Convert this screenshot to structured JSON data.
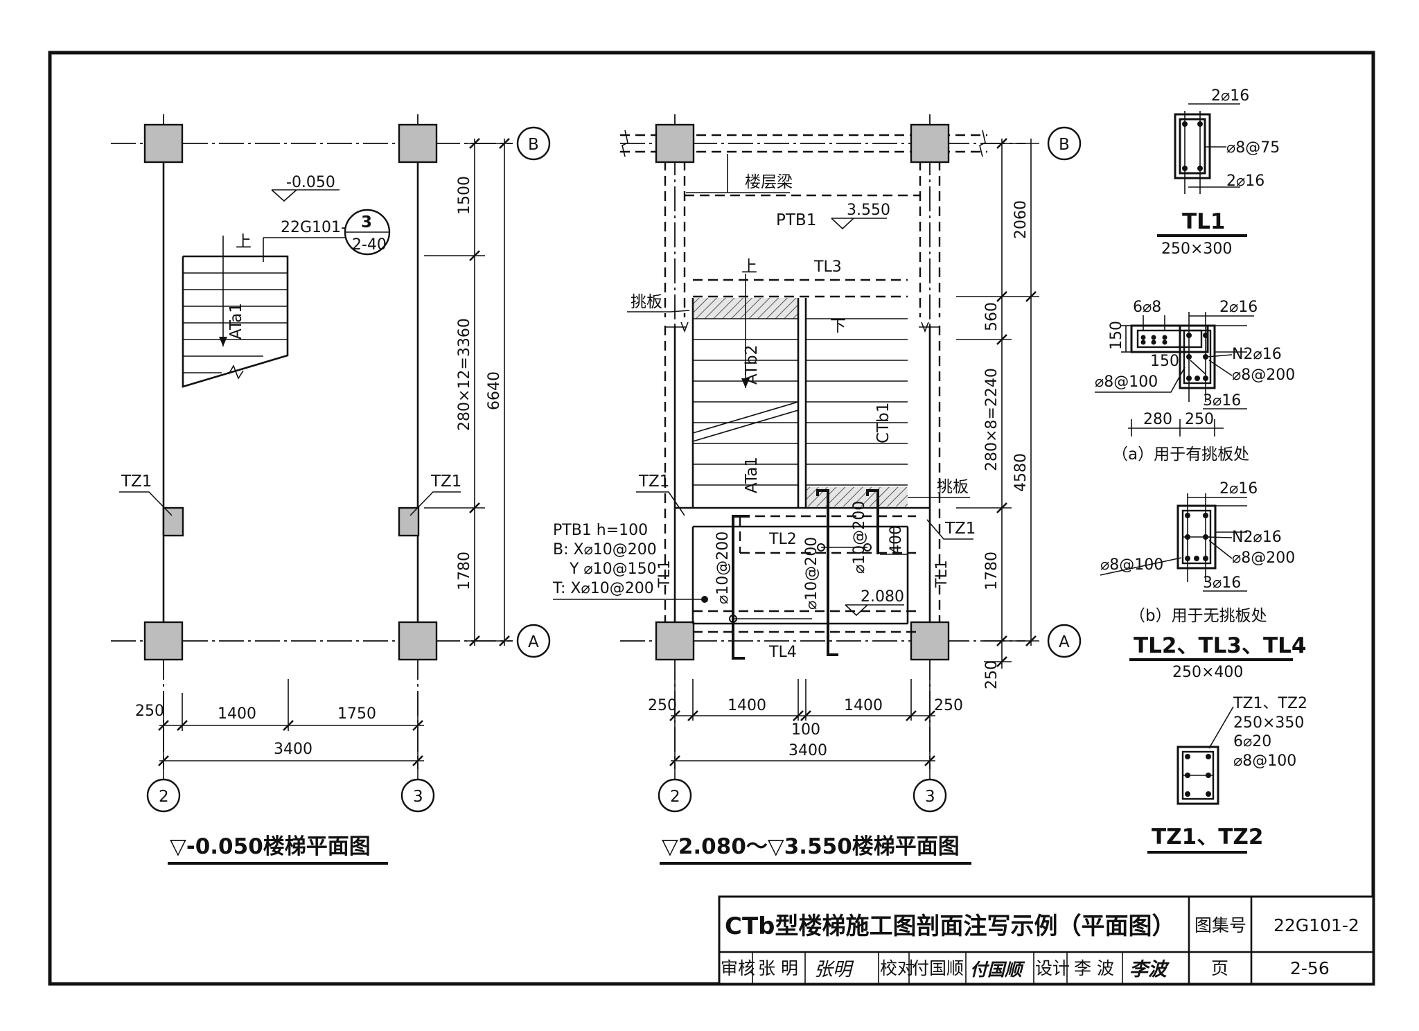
{
  "plan1": {
    "title": "▽-0.050楼梯平面图",
    "elevation": "-0.050",
    "ref_label": "22G101-2",
    "ref_num": "3",
    "ref_page": "2-40",
    "up_label": "上",
    "flight_label": "ATa1",
    "tz_left": "TZ1",
    "tz_right": "TZ1",
    "axis_b": "B",
    "axis_a": "A",
    "axis_2": "2",
    "axis_3": "3",
    "dims": {
      "v1500": "1500",
      "v_run": "280×12=3360",
      "v1780": "1780",
      "v6640": "6640",
      "h250": "250",
      "h1400": "1400",
      "h1750": "1750",
      "h3400": "3400"
    }
  },
  "plan2": {
    "title": "▽2.080～▽3.550楼梯平面图",
    "floor_beam": "楼层梁",
    "ptb1": "PTB1",
    "elev_top": "3.550",
    "elev_mid": "2.080",
    "up_label": "上",
    "down_label": "下",
    "tl3": "TL3",
    "tl2": "TL2",
    "tl4": "TL4",
    "tl1_left": "TL1",
    "tl1_right": "TL1",
    "tiaoban_left": "挑板",
    "tiaoban_right": "挑板",
    "atb2": "ATb2",
    "ctb1": "CTb1",
    "ata1": "ATa1",
    "tz_left": "TZ1",
    "tz_right": "TZ1",
    "ptb_note": [
      "PTB1 h=100",
      "B: X⌀10@200",
      "Y ⌀10@150",
      "T: X⌀10@200"
    ],
    "rebar1": "⌀10@200",
    "rebar2": "⌀10@200",
    "rebar3": "⌀10@200",
    "dim_400": "400",
    "axis_b": "B",
    "axis_a": "A",
    "axis_2": "2",
    "axis_3": "3",
    "dims": {
      "v2060": "2060",
      "v560": "560",
      "v_run": "280×8=2240",
      "v1780": "1780",
      "v250": "250",
      "v4580": "4580",
      "h250a": "250",
      "h1400a": "1400",
      "h1400b": "1400",
      "h250b": "250",
      "h100": "100",
      "h3400": "3400"
    }
  },
  "tl1": {
    "top": "2⌀16",
    "stir": "⌀8@75",
    "bot": "2⌀16",
    "name": "TL1",
    "size": "250×300"
  },
  "sec_a": {
    "slab": "6⌀8",
    "top": "2⌀16",
    "h150": "150",
    "w150": "150",
    "n": "N2⌀16",
    "stir": "⌀8@200",
    "slab_stir": "⌀8@100",
    "bot": "3⌀16",
    "d280": "280",
    "d250": "250",
    "caption": "（a）用于有挑板处"
  },
  "sec_b": {
    "top": "2⌀16",
    "n": "N2⌀16",
    "stir": "⌀8@200",
    "left": "⌀8@100",
    "bot": "3⌀16",
    "caption": "（b）用于无挑板处",
    "name": "TL2、TL3、TL4",
    "size": "250×400"
  },
  "tz": {
    "label1": "TZ1、TZ2",
    "label2": "250×350",
    "label3": "6⌀20",
    "label4": "⌀8@100",
    "name": "TZ1、TZ2"
  },
  "title_block": {
    "title": "CTb型楼梯施工图剖面注写示例（平面图）",
    "atlas_label": "图集号",
    "atlas_no": "22G101-2",
    "review": "审核",
    "reviewer": "张 明",
    "reviewer_sig": "张明",
    "check": "校对",
    "checker": "付国顺",
    "checker_sig": "付国顺",
    "design": "设计",
    "designer": "李 波",
    "designer_sig": "李波",
    "page_label": "页",
    "page_no": "2-56"
  }
}
